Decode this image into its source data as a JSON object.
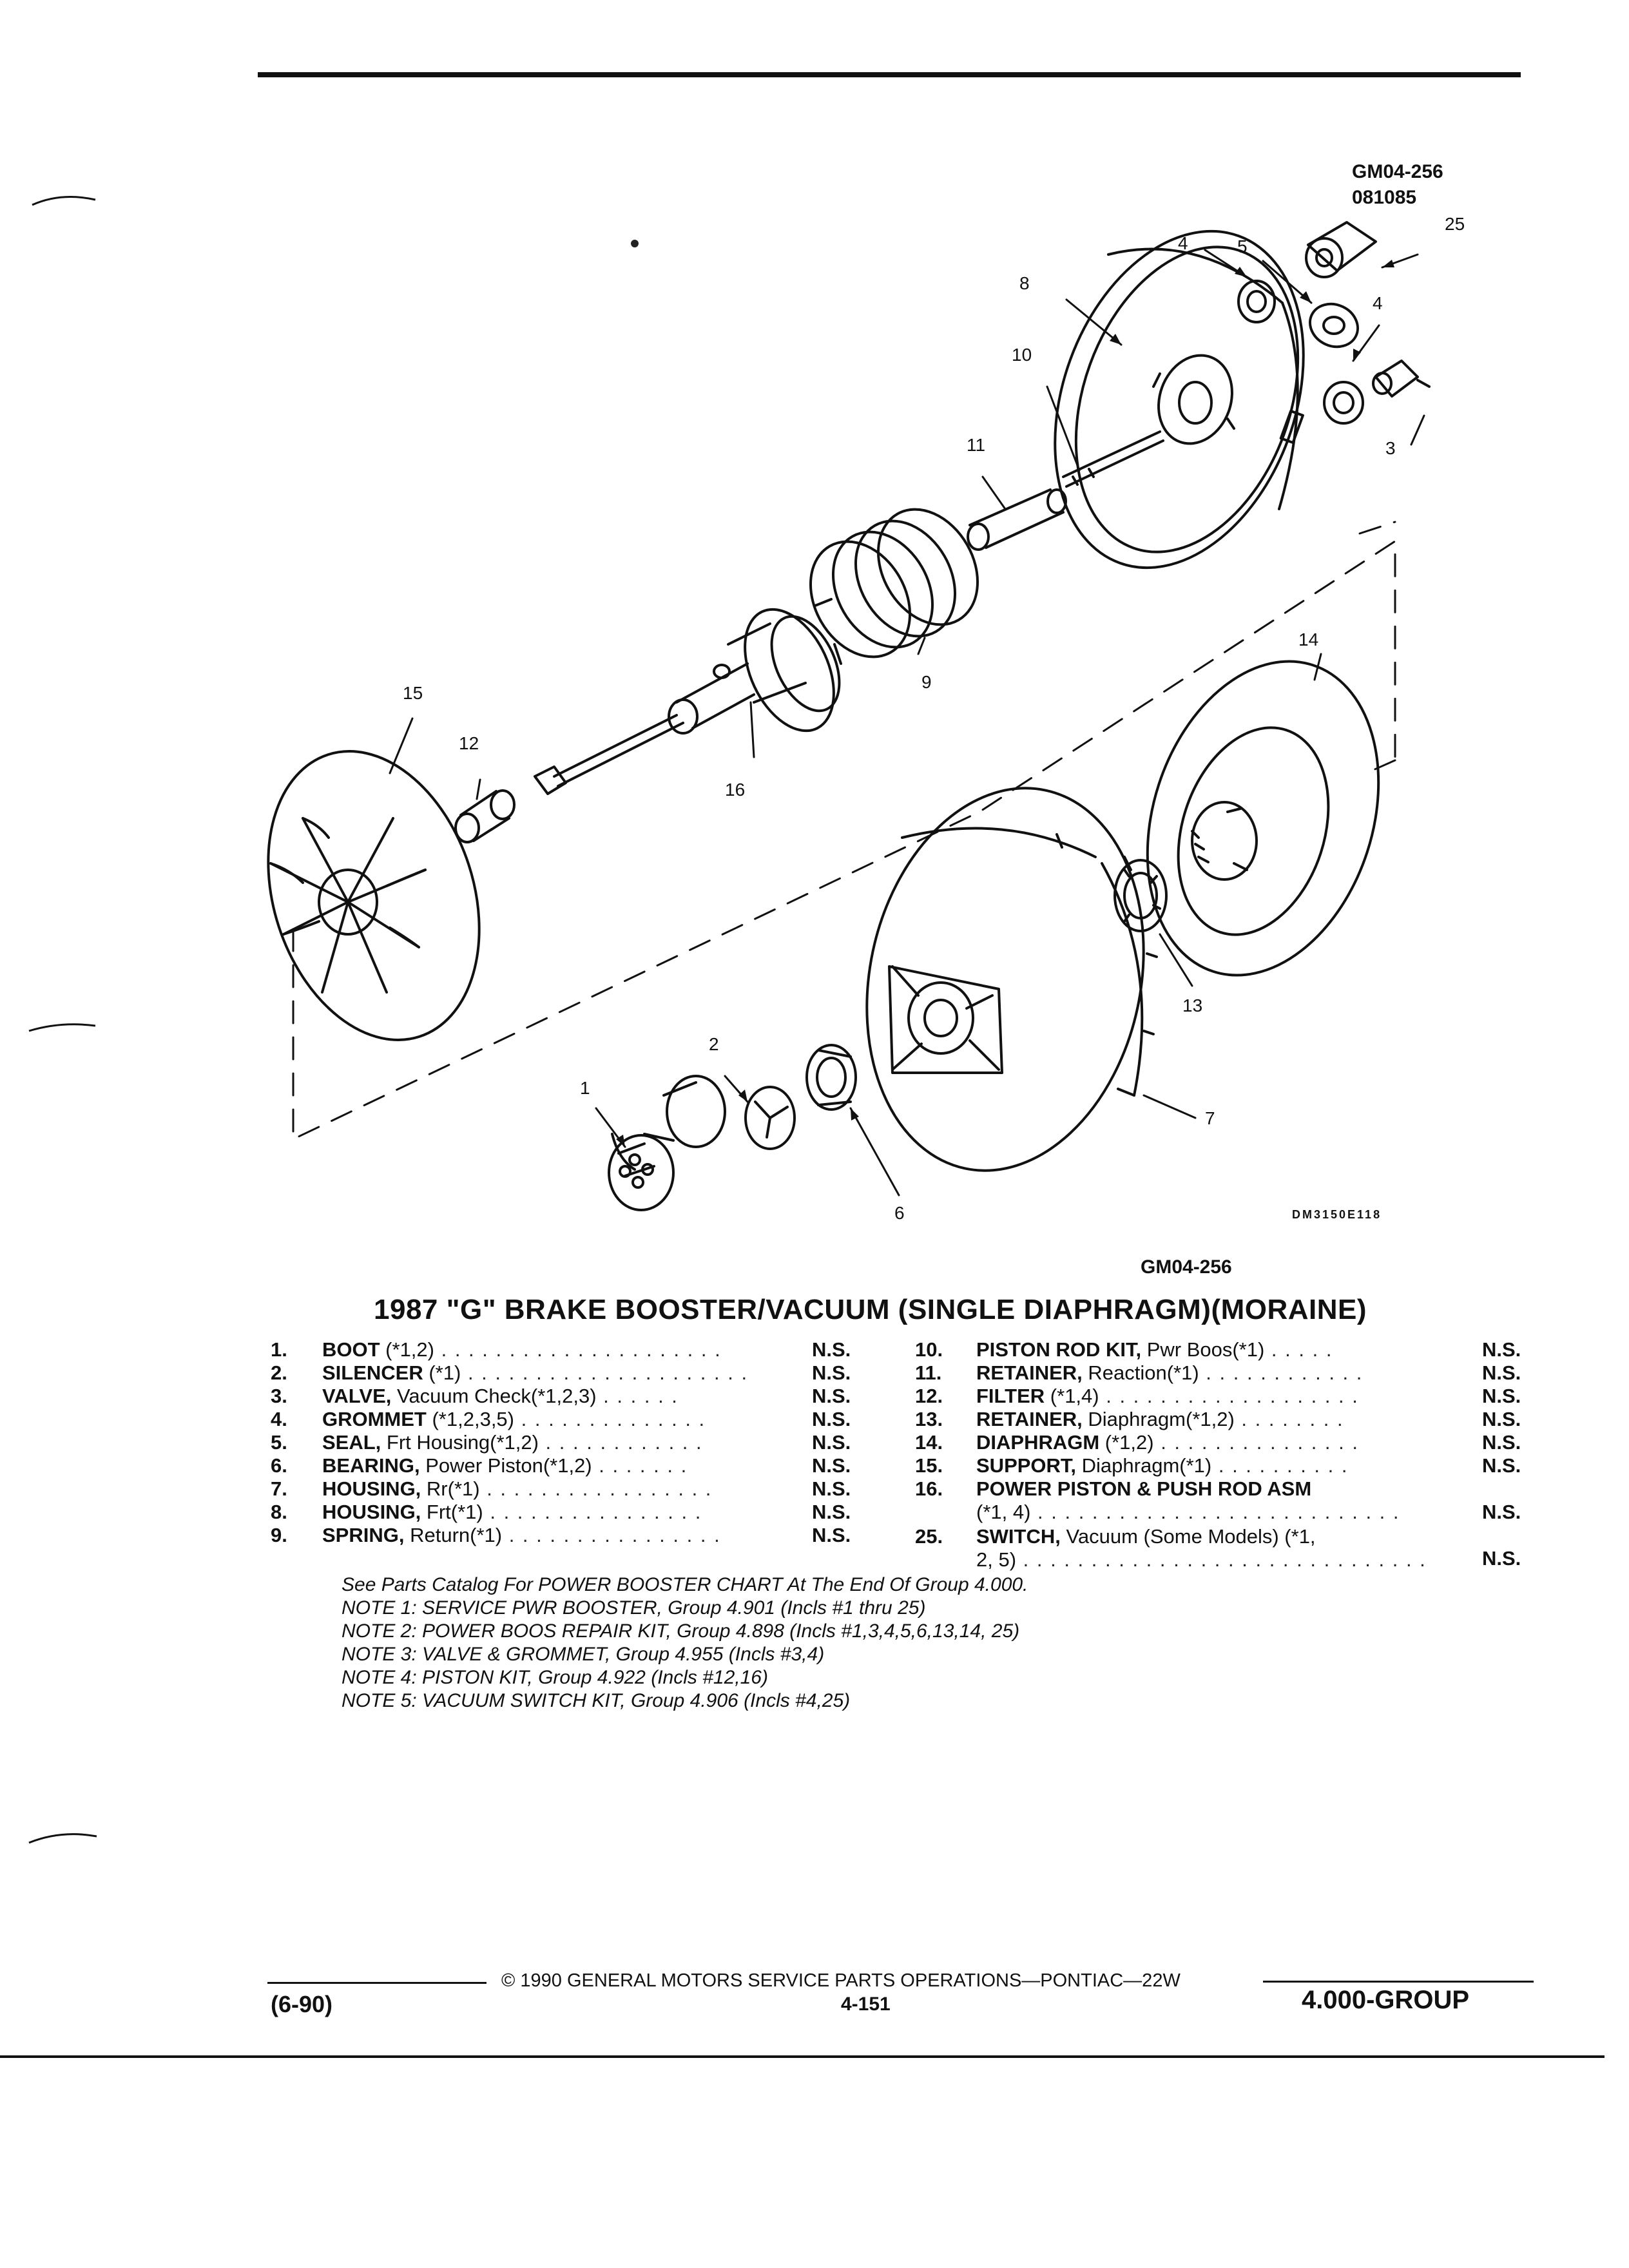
{
  "header": {
    "figure_code": "GM04-256",
    "figure_date": "081085"
  },
  "diagram": {
    "callouts": [
      "1",
      "2",
      "3",
      "4",
      "4",
      "5",
      "6",
      "7",
      "8",
      "9",
      "10",
      "11",
      "12",
      "13",
      "14",
      "15",
      "16",
      "25"
    ],
    "drawing_code": "DM3150E118",
    "figure_ref": "GM04-256"
  },
  "title": "1987 \"G\" BRAKE BOOSTER/VACUUM (SINGLE DIAPHRAGM)(MORAINE)",
  "parts_left": [
    {
      "num": "1.",
      "name": "BOOT",
      "desc": " (*1,2)",
      "dots": " . . . . . . . . . . . . . . . . . . . . .",
      "ns": "N.S."
    },
    {
      "num": "2.",
      "name": "SILENCER",
      "desc": " (*1)",
      "dots": " . . . . . . . . . . . . . . . . . . . . .",
      "ns": "N.S."
    },
    {
      "num": "3.",
      "name": "VALVE,",
      "desc": " Vacuum Check(*1,2,3)",
      "dots": " . . . . . .",
      "ns": "N.S."
    },
    {
      "num": "4.",
      "name": "GROMMET",
      "desc": " (*1,2,3,5)",
      "dots": " . . . . . . . . . . . . . .",
      "ns": "N.S."
    },
    {
      "num": "5.",
      "name": "SEAL,",
      "desc": " Frt Housing(*1,2)",
      "dots": " . . . . . . . . . . . .",
      "ns": "N.S."
    },
    {
      "num": "6.",
      "name": "BEARING,",
      "desc": " Power Piston(*1,2)",
      "dots": " . . . . . . .",
      "ns": "N.S."
    },
    {
      "num": "7.",
      "name": "HOUSING,",
      "desc": " Rr(*1)",
      "dots": " . . . . . . . . . . . . . . . . .",
      "ns": "N.S."
    },
    {
      "num": "8.",
      "name": "HOUSING,",
      "desc": " Frt(*1)",
      "dots": " . . . . . . . . . . . . . . . .",
      "ns": "N.S."
    },
    {
      "num": "9.",
      "name": "SPRING,",
      "desc": " Return(*1)",
      "dots": " . . . . . . . . . . . . . . . .",
      "ns": "N.S."
    }
  ],
  "parts_right": [
    {
      "num": "10.",
      "name": "PISTON ROD KIT,",
      "desc": " Pwr Boos(*1)",
      "dots": " . . . . .",
      "ns": "N.S."
    },
    {
      "num": "11.",
      "name": "RETAINER,",
      "desc": " Reaction(*1)",
      "dots": " . . . . . . . . . . . .",
      "ns": "N.S."
    },
    {
      "num": "12.",
      "name": "FILTER",
      "desc": " (*1,4)",
      "dots": " . . . . . . . . . . . . . . . . . . .",
      "ns": "N.S."
    },
    {
      "num": "13.",
      "name": "RETAINER,",
      "desc": " Diaphragm(*1,2)",
      "dots": " . . . . . . . .",
      "ns": "N.S."
    },
    {
      "num": "14.",
      "name": "DIAPHRAGM",
      "desc": " (*1,2)",
      "dots": " . . . . . . . . . . . . . . .",
      "ns": "N.S."
    },
    {
      "num": "15.",
      "name": "SUPPORT,",
      "desc": " Diaphragm(*1)",
      "dots": " . . . . . . . . . .",
      "ns": "N.S."
    },
    {
      "num": "16.",
      "name": "POWER PISTON & PUSH ROD ASM",
      "desc": "",
      "dots": "",
      "ns": "",
      "line2": "(*1, 4)",
      "dots2": " . . . . . . . . . . . . . . . . . . . . . . . . . . .",
      "ns2": "N.S."
    },
    {
      "num": "25.",
      "name": "SWITCH,",
      "desc": " Vacuum (Some Models) (*1,",
      "dots": "",
      "ns": "",
      "line2": "2, 5)",
      "dots2": " . . . . . . . . . . . . . . . . . . . . . . . . . . . . . .",
      "ns2": "N.S."
    }
  ],
  "notes": [
    "See Parts Catalog For POWER BOOSTER CHART At The End Of Group 4.000.",
    "NOTE 1: SERVICE PWR BOOSTER, Group 4.901 (Incls #1 thru 25)",
    "NOTE 2: POWER BOOS REPAIR KIT, Group 4.898 (Incls #1,3,4,5,6,13,14, 25)",
    "NOTE 3: VALVE & GROMMET, Group 4.955 (Incls #3,4)",
    "NOTE 4: PISTON KIT, Group 4.922 (Incls #12,16)",
    "NOTE 5: VACUUM SWITCH KIT, Group 4.906 (Incls #4,25)"
  ],
  "footer": {
    "copyright": "© 1990 GENERAL MOTORS SERVICE PARTS OPERATIONS—PONTIAC—22W",
    "page": "4-151",
    "date": "(6-90)",
    "group": "4.000-GROUP"
  }
}
